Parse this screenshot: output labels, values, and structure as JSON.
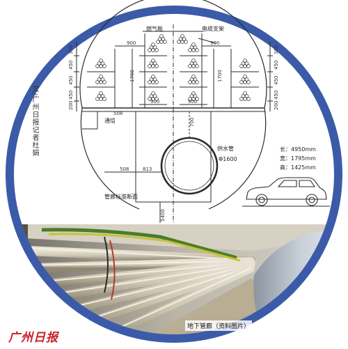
{
  "byline": "文/广州日报记者杜娟",
  "labels": {
    "cable_tray": "燃气舱",
    "cable_support": "电缆支架",
    "duct": "通信",
    "water_pipe": "供水管",
    "water_pipe_size": "Φ1600",
    "section_title": "管廊标准断面",
    "photo_caption": "地下管廊（资料图片）"
  },
  "dimensions": {
    "top_left_900": "900",
    "top_right_900": "900",
    "mid_left_900": "900",
    "mid_right_900": "900",
    "height_1700_left": "1700",
    "height_1700_right": "1700",
    "d_700": "700",
    "d_508": "508",
    "d_813": "813",
    "d_5400": "5400",
    "left_300": "300",
    "left_450a": "450",
    "left_450b": "450",
    "left_450c": "450",
    "left_200": "200",
    "right_300": "300",
    "right_450a": "450",
    "right_450b": "450",
    "right_450c": "450",
    "right_200": "200"
  },
  "car_specs": {
    "length": "长：4950mm",
    "width": "宽：1795mm",
    "height": "高：1425mm"
  },
  "logo_text": "广州日报",
  "colors": {
    "ring": "#3b5ba8",
    "line": "#2a2a2a",
    "logo": "#c8202a"
  }
}
